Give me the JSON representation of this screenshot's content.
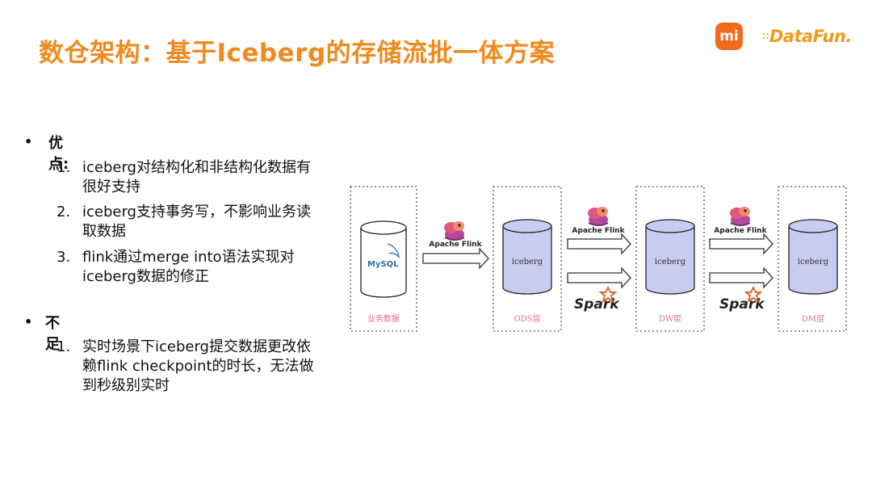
{
  "header": {
    "title": "数仓架构：基于Iceberg的存储流批一体方案",
    "mi_logo_text": "mi",
    "datafun_logo_text": "DataFun."
  },
  "sections": [
    {
      "heading": "优点:",
      "items": [
        {
          "num": "1.",
          "text": "iceberg对结构化和非结构化数据有很好支持"
        },
        {
          "num": "2.",
          "text": "iceberg支持事务写，不影响业务读取数据"
        },
        {
          "num": "3.",
          "text": "flink通过merge into语法实现对iceberg数据的修正"
        }
      ]
    },
    {
      "heading": "不足",
      "items": [
        {
          "num": "1.",
          "text": "实时场景下iceberg提交数据更改依赖flink checkpoint的时长，无法做到秒级别实时"
        }
      ]
    }
  ],
  "diagram": {
    "source": {
      "db_label": "MySQL",
      "caption": "业务数据"
    },
    "layers": [
      {
        "db_label": "iceberg",
        "caption": "ODS层"
      },
      {
        "db_label": "iceberg",
        "caption": "DW层"
      },
      {
        "db_label": "iceberg",
        "caption": "DM层"
      }
    ],
    "flink_label": "Apache Flink",
    "spark_label": "Spark",
    "colors": {
      "cylinder_fill": "#c9cbf1",
      "caption": "#e46a86",
      "box_border": "#555555"
    }
  }
}
